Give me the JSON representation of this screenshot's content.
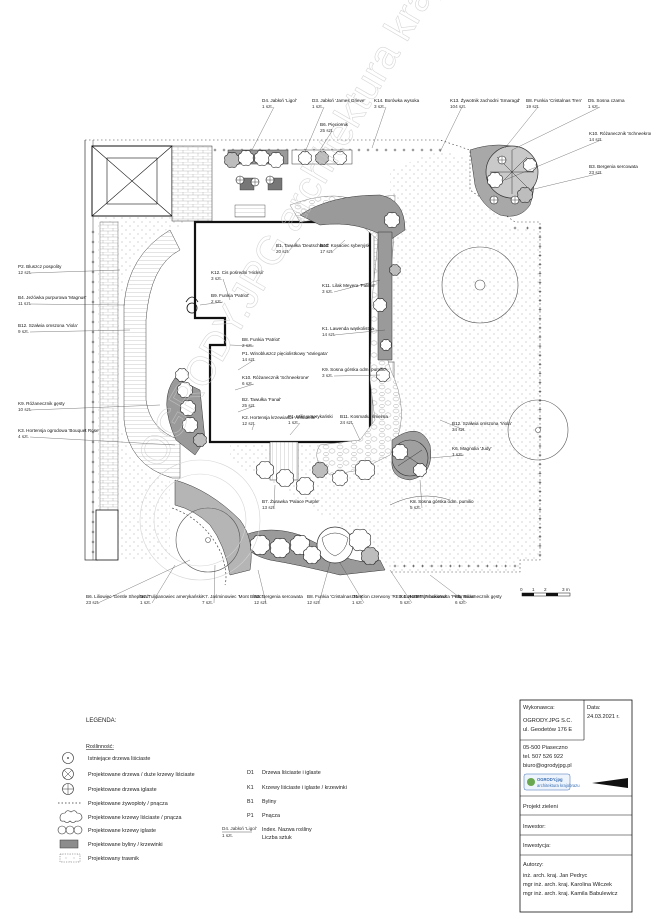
{
  "plant_labels": [
    {
      "code": "D4. Jabłoń 'Ligol'",
      "count": "1 szt."
    },
    {
      "code": "D3. Jabłoń 'James Grieve'",
      "count": "1 szt."
    },
    {
      "code": "B6. Pięciornik",
      "count": "25 szt."
    },
    {
      "code": "K14. Borówka wysoka",
      "count": "3 szt."
    },
    {
      "code": "K13. Żywotnik zachodni 'Smaragd'",
      "count": "104 szt."
    },
    {
      "code": "B8. Funkia 'Cristalnas Tren'",
      "count": "19 szt."
    },
    {
      "code": "D5. Sosna czarna",
      "count": "1 szt."
    },
    {
      "code": "K10. Różanecznik 'Schneekrone'",
      "count": "14 szt."
    },
    {
      "code": "B3. Bergenia sercowata",
      "count": "23 szt."
    },
    {
      "code": "P2. Bluszcz pospolity",
      "count": "12 szt."
    },
    {
      "code": "B4. Jeżówka purpurowa 'Magnus'",
      "count": "11 szt."
    },
    {
      "code": "B12. Szałwia omszona 'Viola'",
      "count": "9 szt."
    },
    {
      "code": "B1. Tawułka 'Deutschland'",
      "count": "20 szt."
    },
    {
      "code": "B10. Kosaciec syberyjski",
      "count": "17 szt."
    },
    {
      "code": "K12. Cis pośredni 'Hicksii'",
      "count": "3 szt."
    },
    {
      "code": "B9. Funkia 'Patriot'",
      "count": "2 szt."
    },
    {
      "code": "K11. Lilak Meyera 'Palibin'",
      "count": "3 szt."
    },
    {
      "code": "K1. Lawenda wąskolistna",
      "count": "14 szt."
    },
    {
      "code": "B8. Funkia 'Patriot'",
      "count": "2 szt."
    },
    {
      "code": "P1. Winobluszcz pięciolistkowy 'Variegata'",
      "count": "14 szt."
    },
    {
      "code": "K10. Różanecznik 'Schneekrone'",
      "count": "6 szt."
    },
    {
      "code": "K9. Sosna górska odm. pumilio",
      "count": "3 szt."
    },
    {
      "code": "B2. Tawułka 'Fanal'",
      "count": "25 szt."
    },
    {
      "code": "K2. Hortensja krzewiasta 'Annabelle'",
      "count": "12 szt."
    },
    {
      "code": "P1. Miłin amerykański",
      "count": "1 szt."
    },
    {
      "code": "B11. Kosmatka śnieżna",
      "count": "24 szt."
    },
    {
      "code": "K9. Różanecznik gęsty",
      "count": "10 szt."
    },
    {
      "code": "K3. Hortensja ogrodowa 'Bouquet Rose'",
      "count": "4 szt."
    },
    {
      "code": "B12. Szałwia omszona 'Viola'",
      "count": "34 szt."
    },
    {
      "code": "K6. Magnolia 'Judy'",
      "count": "1 szt."
    },
    {
      "code": "K8. Sosna górska odm. pumilio",
      "count": "5 szt."
    },
    {
      "code": "B7. Żurawka 'Palace Purple'",
      "count": "13 szt."
    },
    {
      "code": "B6. Liliowiec 'Gentle Shepherd'",
      "count": "23 szt."
    },
    {
      "code": "D2. Tulipanowiec amerykański",
      "count": "1 szt."
    },
    {
      "code": "K7. Jaśminowiec 'Mont Blanc'",
      "count": "7 szt."
    },
    {
      "code": "B3. Bergenia sercowata",
      "count": "12 szt."
    },
    {
      "code": "B8. Funkia 'Cristalnas Tren'",
      "count": "12 szt."
    },
    {
      "code": "D1. Klon czerwony 'RED SUNSET' 'Franksred'",
      "count": "1 szt."
    },
    {
      "code": "K4. Hortensja bukietowa 'Polar Bear'",
      "count": "5 szt."
    },
    {
      "code": "K5. Różanecznik gęsty",
      "count": "6 szt."
    }
  ],
  "scale": {
    "ticks": [
      "0",
      "1",
      "2",
      "3 m"
    ]
  },
  "watermark": "OGRODY.JPG architektura krajobrazu",
  "legend": {
    "title": "LEGENDA:",
    "subtitle": "Roślinność:",
    "items": [
      {
        "icon": "existing-tree-icon",
        "label": "Istniejące drzewa liściaste"
      },
      {
        "icon": "deciduous-tree-icon",
        "label": "Projektowane drzewa / duże krzewy liściaste"
      },
      {
        "icon": "conifer-tree-icon",
        "label": "Projektowane drzewa iglaste"
      },
      {
        "icon": "hedge-line-icon",
        "label": "Projektowane żywopłoty / pnącza"
      },
      {
        "icon": "shrub-cloud-icon",
        "label": "Projektowane krzewy liściaste / pnącza"
      },
      {
        "icon": "conifer-shrub-icon",
        "label": "Projektowane krzewy iglaste"
      },
      {
        "icon": "perennial-patch-icon",
        "label": "Projektowane byliny / krzewinki"
      },
      {
        "icon": "lawn-patch-icon",
        "label": "Projektowany trawnik"
      }
    ],
    "codes": [
      {
        "code": "D1",
        "label": "Drzewa liściaste i iglaste"
      },
      {
        "code": "K1",
        "label": "Krzewy liściaste i iglaste / krzewinki"
      },
      {
        "code": "B1",
        "label": "Byliny"
      },
      {
        "code": "P1",
        "label": "Pnącza"
      }
    ],
    "index_example": {
      "code": "D4. Jabłoń 'Ligol'",
      "count": "1 szt."
    },
    "index_line1": "Index. Nazwa rośliny",
    "index_line2": "Liczba sztuk"
  },
  "title_block": {
    "contractor_label": "Wykonawca:",
    "contractor_lines": [
      "OGRODY.JPG S.C.",
      "ul. Geodetów 176 E",
      "05-500 Piaseczno",
      "tel. 507 526 922",
      "biuro@ogrodyjpg.pl"
    ],
    "logo_text": "OGRODY.jpg",
    "logo_sub": "architektura krajobrazu",
    "date_label": "Data:",
    "date_value": "24.03.2021 r.",
    "project_label": "Projekt zieleni",
    "investor_label": "Inwestor:",
    "investment_label": "Inwestycja:",
    "authors_label": "Autorzy:",
    "authors": [
      "inż. arch. kraj. Jan Pedryc",
      "mgr inż. arch. kraj. Karolina Wilczek",
      "mgr inż. arch. kraj. Kamila Babulewicz"
    ]
  },
  "colors": {
    "line": "#1a1a1a",
    "fill_gray": "#8c8c8c",
    "light_gray": "#d6d6d6",
    "accent_blue": "#3a6fb5"
  }
}
